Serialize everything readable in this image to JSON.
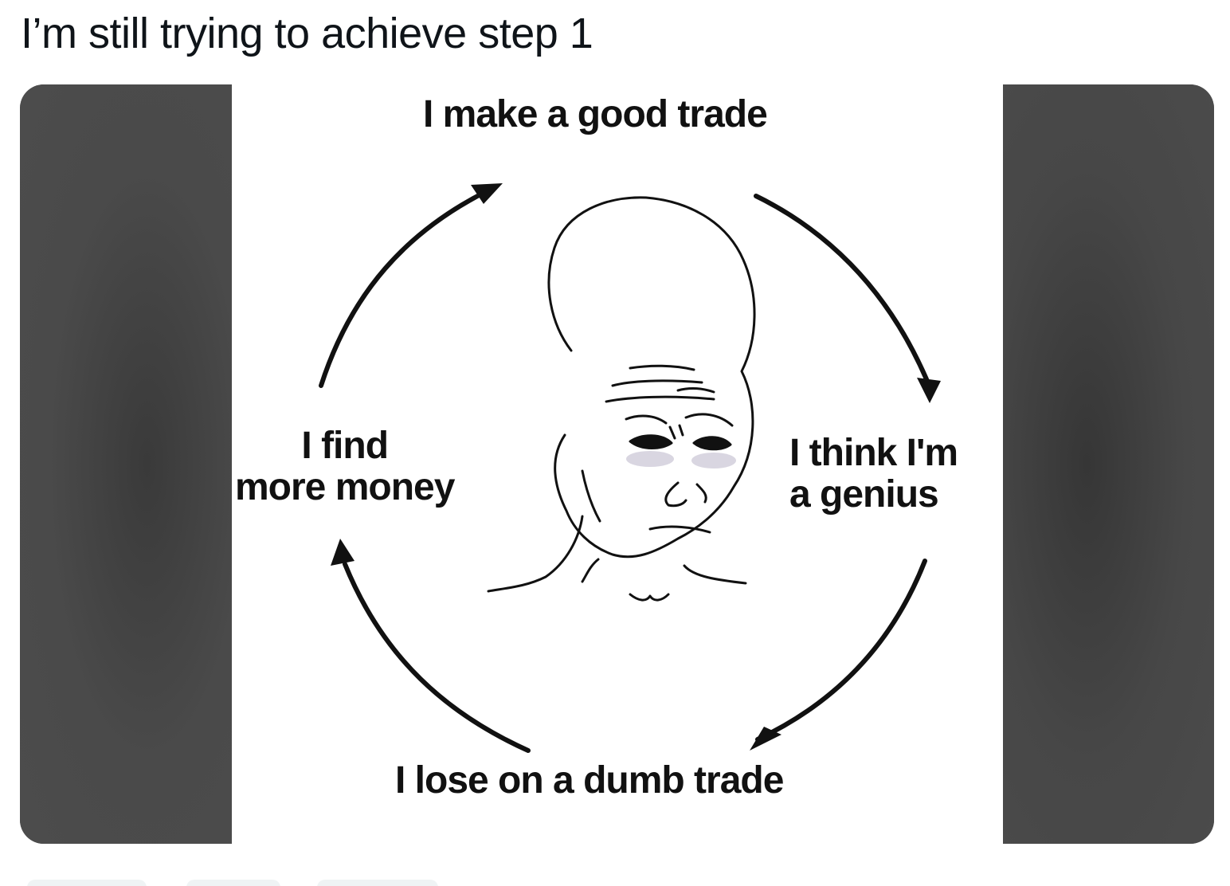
{
  "post": {
    "text": "I’m still trying to achieve step 1"
  },
  "meme": {
    "top_label": "I make a good trade",
    "right_label_line1": "I think I'm",
    "right_label_line2": "a genius",
    "bottom_label": "I lose on a dumb trade",
    "left_label_line1": "I find",
    "left_label_line2": "more money"
  },
  "colors": {
    "text": "#0f1419",
    "frame_background": "#464646",
    "meme_background": "#ffffff",
    "pill": "#eff3f4"
  },
  "icons": [
    "wojak-face-icon",
    "cycle-arrow-icon"
  ]
}
